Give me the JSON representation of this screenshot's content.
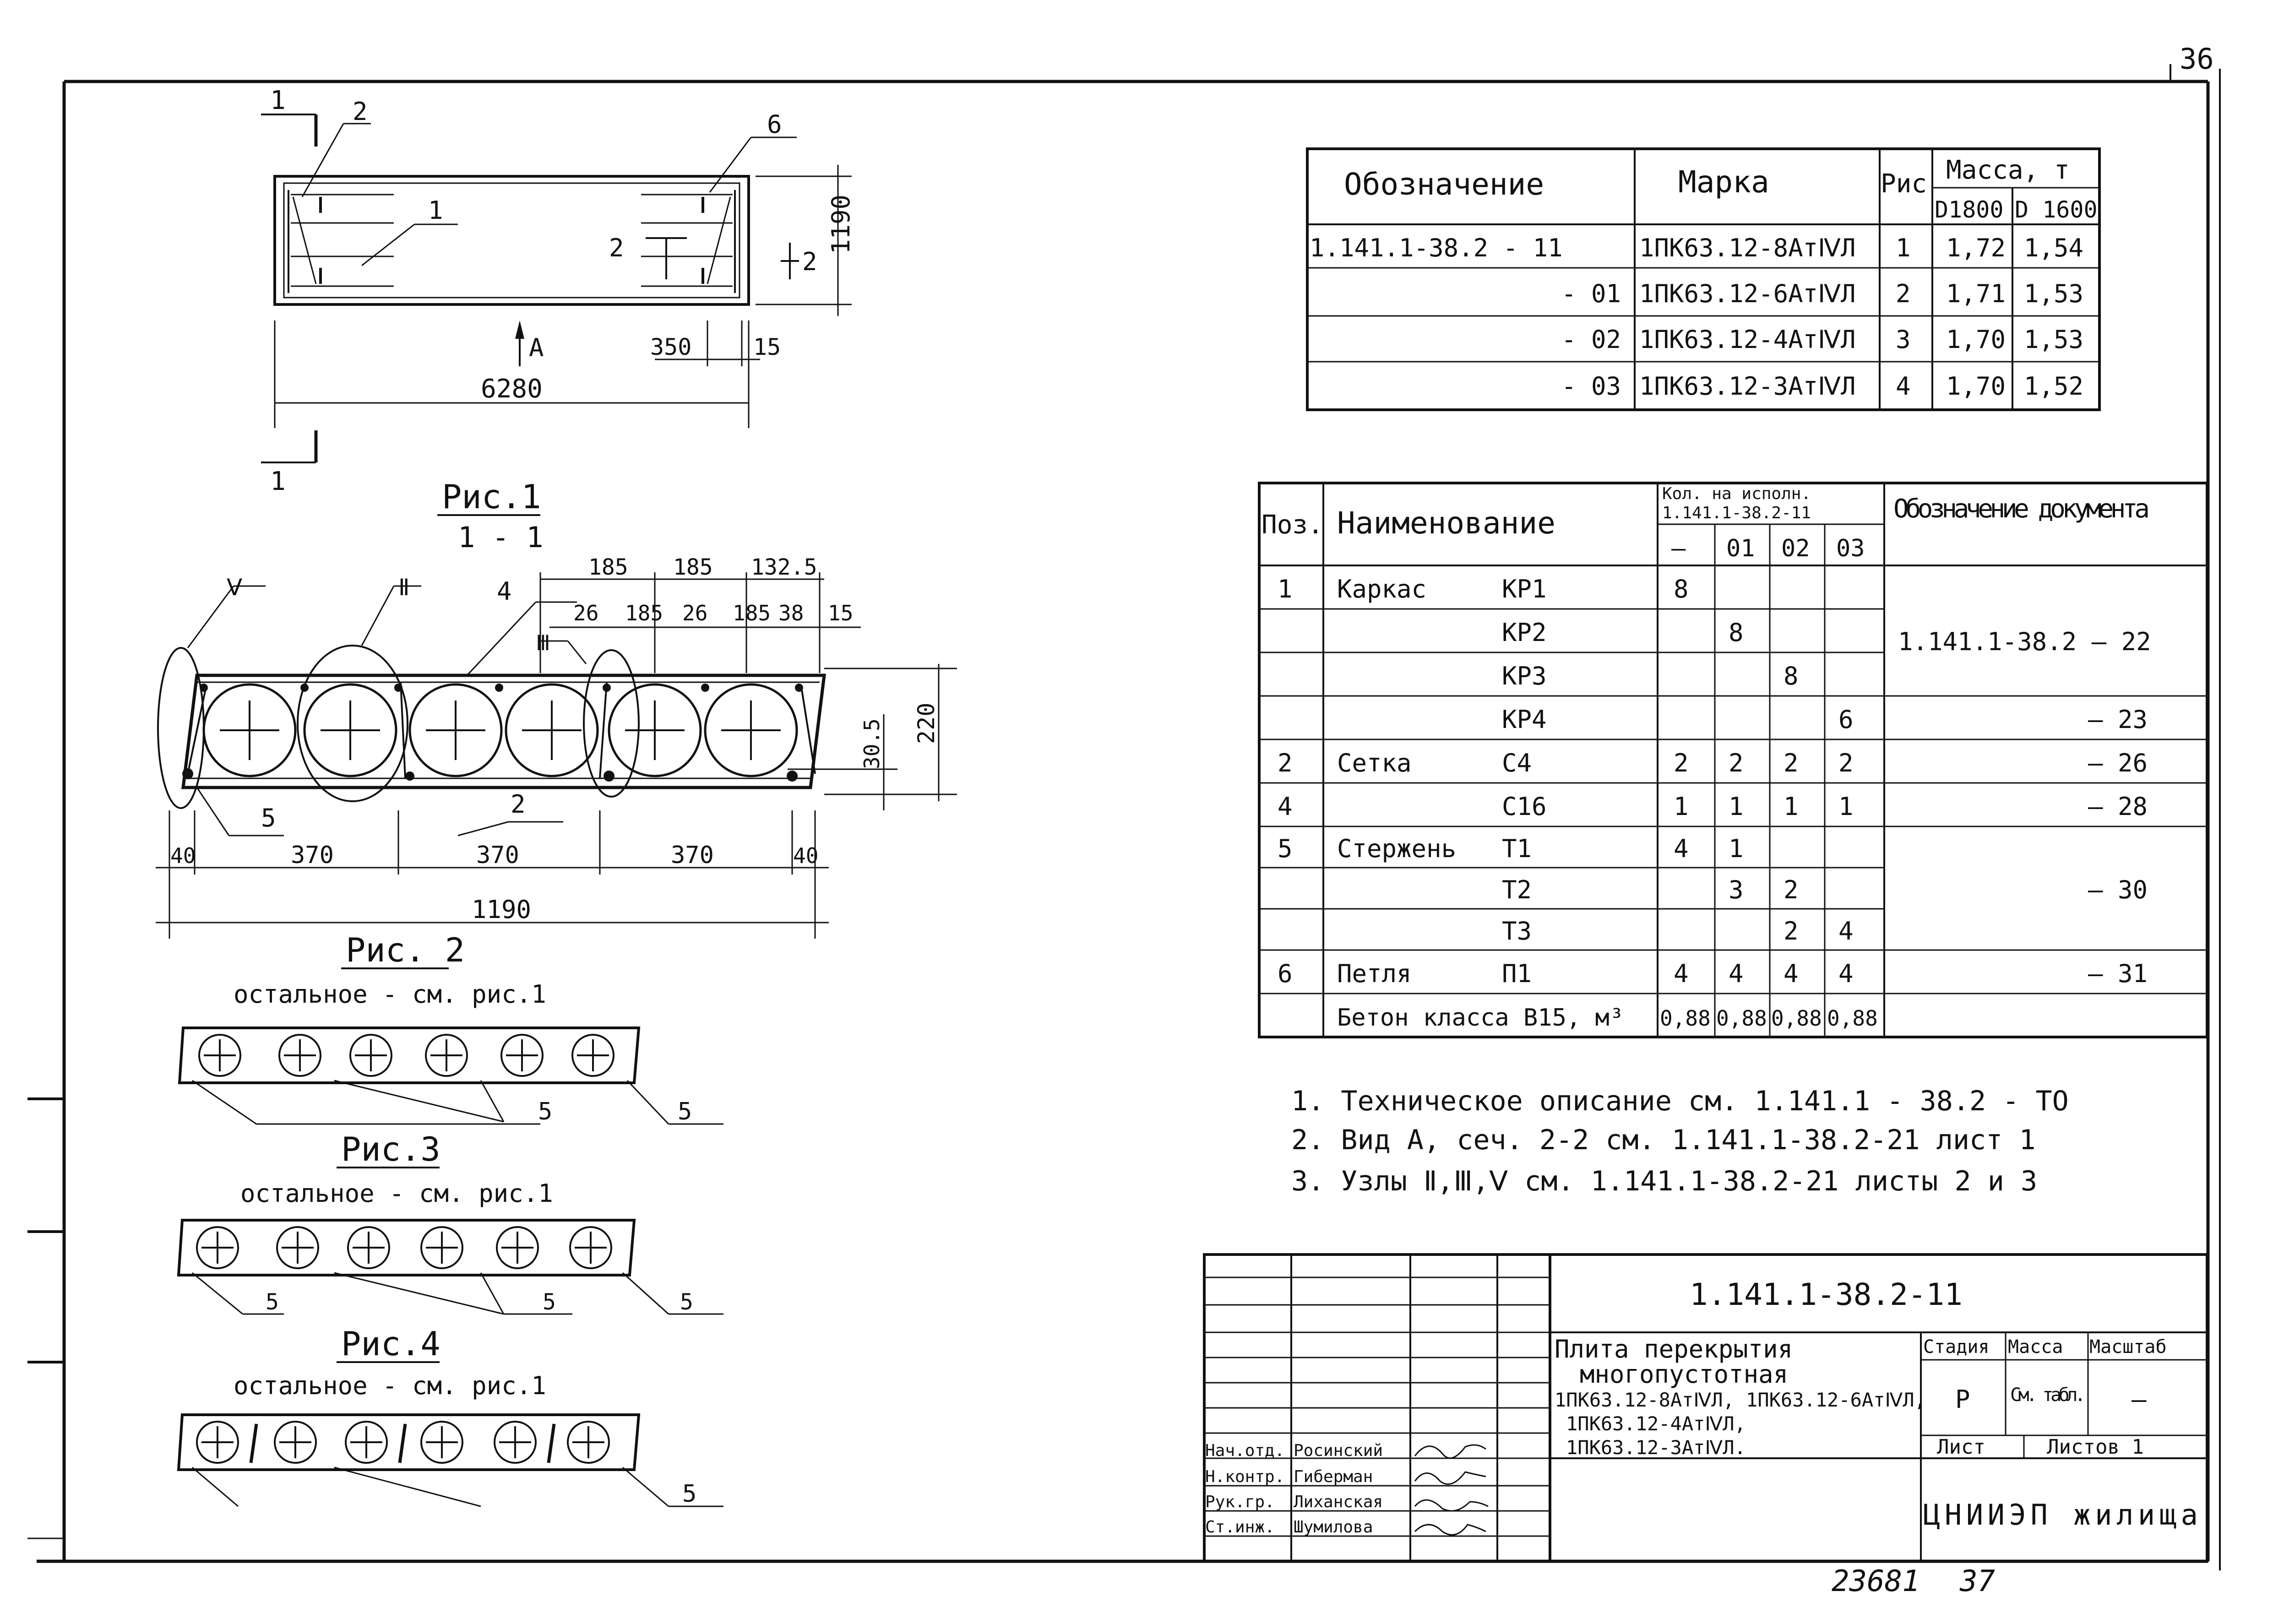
{
  "sheet_number": "36",
  "stamp_bottom": {
    "archive": "23681",
    "page": "37"
  },
  "plan_view": {
    "section_mark": "1",
    "callouts": [
      "2",
      "1",
      "6",
      "2",
      "2"
    ],
    "view_arrow": "A",
    "dims": {
      "length": "6280",
      "width": "1190",
      "loop_offset": "350",
      "edge": "15"
    }
  },
  "fig1": {
    "title": "Рис.1",
    "subtitle": "1 - 1",
    "node_labels": [
      "Ⅴ",
      "Ⅱ",
      "Ⅲ"
    ],
    "callouts": [
      "4",
      "5",
      "2"
    ],
    "top_dims": [
      "185",
      "185",
      "132.5"
    ],
    "top_dims2": [
      "26",
      "185",
      "26",
      "185",
      "38",
      "15"
    ],
    "bottom_dims": [
      "40",
      "370",
      "370",
      "370",
      "40"
    ],
    "total_width": "1190",
    "height": "220",
    "cover": "30.5"
  },
  "fig2": {
    "title": "Рис. 2",
    "note": "остальное - см. рис.1",
    "callouts": [
      "5",
      "5"
    ]
  },
  "fig3": {
    "title": "Рис.3",
    "note": "остальное - см. рис.1",
    "callouts": [
      "5",
      "5",
      "5"
    ]
  },
  "fig4": {
    "title": "Рис.4",
    "note": "остальное - см. рис.1",
    "callouts": [
      "5"
    ]
  },
  "marks_table": {
    "headers": {
      "designation": "Обозначение",
      "mark": "Марка",
      "fig": "Рис",
      "mass": "Масса, т",
      "d1800": "D1800",
      "d1600": "D 1600"
    },
    "rows": [
      {
        "designation": "1.141.1-38.2 - 11",
        "mark": "1ПК63.12-8АтⅣЛ",
        "fig": "1",
        "d1800": "1,72",
        "d1600": "1,54"
      },
      {
        "designation": "- 01",
        "mark": "1ПК63.12-6АтⅣЛ",
        "fig": "2",
        "d1800": "1,71",
        "d1600": "1,53"
      },
      {
        "designation": "- 02",
        "mark": "1ПК63.12-4АтⅣЛ",
        "fig": "3",
        "d1800": "1,70",
        "d1600": "1,53"
      },
      {
        "designation": "- 03",
        "mark": "1ПК63.12-3АтⅣЛ",
        "fig": "4",
        "d1800": "1,70",
        "d1600": "1,52"
      }
    ]
  },
  "spec_table": {
    "headers": {
      "pos": "Поз.",
      "name": "Наименование",
      "qty": "Кол. на исполн.",
      "qty_doc": "1.141.1-38.2-11",
      "doc": "Обозначение документа",
      "variants": [
        "—",
        "01",
        "02",
        "03"
      ]
    },
    "rows": [
      {
        "pos": "1",
        "name": "Каркас",
        "item": "КР1",
        "q": [
          "8",
          "",
          "",
          ""
        ],
        "doc": ""
      },
      {
        "pos": "",
        "name": "",
        "item": "КР2",
        "q": [
          "",
          "8",
          "",
          ""
        ],
        "doc": "1.141.1-38.2 — 22"
      },
      {
        "pos": "",
        "name": "",
        "item": "КР3",
        "q": [
          "",
          "",
          "8",
          ""
        ],
        "doc": ""
      },
      {
        "pos": "",
        "name": "",
        "item": "КР4",
        "q": [
          "",
          "",
          "",
          "6"
        ],
        "doc": "— 23"
      },
      {
        "pos": "2",
        "name": "Сетка",
        "item": "С4",
        "q": [
          "2",
          "2",
          "2",
          "2"
        ],
        "doc": "— 26"
      },
      {
        "pos": "4",
        "name": "",
        "item": "С16",
        "q": [
          "1",
          "1",
          "1",
          "1"
        ],
        "doc": "— 28"
      },
      {
        "pos": "5",
        "name": "Стержень",
        "item": "Т1",
        "q": [
          "4",
          "1",
          "",
          ""
        ],
        "doc": ""
      },
      {
        "pos": "",
        "name": "",
        "item": "Т2",
        "q": [
          "",
          "3",
          "2",
          ""
        ],
        "doc": "— 30"
      },
      {
        "pos": "",
        "name": "",
        "item": "Т3",
        "q": [
          "",
          "",
          "2",
          "4"
        ],
        "doc": ""
      },
      {
        "pos": "6",
        "name": "Петля",
        "item": "П1",
        "q": [
          "4",
          "4",
          "4",
          "4"
        ],
        "doc": "— 31"
      },
      {
        "pos": "",
        "name": "Бетон класса В15, м³",
        "item": "",
        "q": [
          "0,88",
          "0,88",
          "0,88",
          "0,88"
        ],
        "doc": ""
      }
    ]
  },
  "notes": [
    "1. Техническое описание см. 1.141.1 - 38.2 - ТО",
    "2. Вид А, сеч. 2-2 см. 1.141.1-38.2-21 лист 1",
    "3. Узлы Ⅱ,Ⅲ,Ⅴ см. 1.141.1-38.2-21 листы 2 и 3"
  ],
  "title_block": {
    "code": "1.141.1-38.2-11",
    "title_lines": [
      "Плита перекрытия",
      "многопустотная",
      "1ПК63.12-8АтⅣЛ, 1ПК63.12-6АтⅣЛ,",
      "1ПК63.12-4АтⅣЛ,",
      "1ПК63.12-3АтⅣЛ."
    ],
    "headers": {
      "stage": "Стадия",
      "mass": "Масса",
      "scale": "Масштаб",
      "sheet": "Лист",
      "sheets": "Листов 1"
    },
    "values": {
      "stage": "Р",
      "mass": "См. табл.",
      "scale": "—"
    },
    "org": "ЦНИИЭП жилища",
    "signatures": [
      {
        "role": "Нач.отд.",
        "name": "Росинский"
      },
      {
        "role": "Н.контр.",
        "name": "Гиберман"
      },
      {
        "role": "Рук.гр.",
        "name": "Лиханская"
      },
      {
        "role": "Ст.инж.",
        "name": "Шумилова"
      }
    ]
  }
}
